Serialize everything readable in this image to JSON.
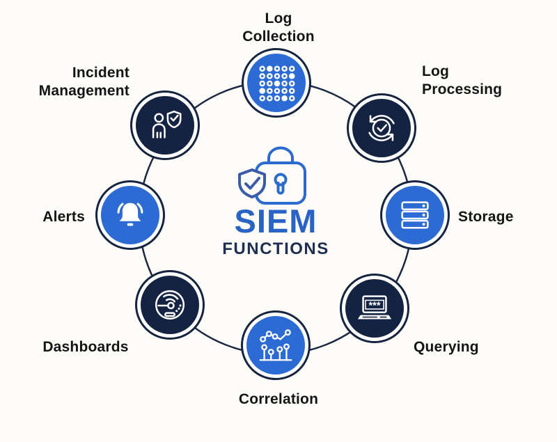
{
  "title": {
    "main": "SIEM",
    "subtitle": "FUNCTIONS"
  },
  "center": {
    "icon": "lock-shield-icon"
  },
  "colors": {
    "node_blue": "#2d6bd4",
    "node_navy": "#142341",
    "ring_stroke": "#1a2742",
    "title_blue": "#2a63c6",
    "title_navy": "#202e52",
    "label_text": "#141414",
    "background": "#fdfcf9"
  },
  "nodes": [
    {
      "id": "log-collection",
      "label": "Log Collection",
      "label_lines": [
        "Log",
        "Collection"
      ],
      "color": "blue",
      "icon": "dot-matrix-icon"
    },
    {
      "id": "log-processing",
      "label": "Log Processing",
      "label_lines": [
        "Log",
        "Processing"
      ],
      "color": "navy",
      "icon": "sync-check-icon"
    },
    {
      "id": "storage",
      "label": "Storage",
      "label_lines": [
        "Storage"
      ],
      "color": "blue",
      "icon": "server-stack-icon"
    },
    {
      "id": "querying",
      "label": "Querying",
      "label_lines": [
        "Querying"
      ],
      "color": "navy",
      "icon": "laptop-password-icon",
      "screen_text": "***"
    },
    {
      "id": "correlation",
      "label": "Correlation",
      "label_lines": [
        "Correlation"
      ],
      "color": "blue",
      "icon": "scatter-chart-icon"
    },
    {
      "id": "dashboards",
      "label": "Dashboards",
      "label_lines": [
        "Dashboards"
      ],
      "color": "navy",
      "icon": "gauge-icon"
    },
    {
      "id": "alerts",
      "label": "Alerts",
      "label_lines": [
        "Alerts"
      ],
      "color": "blue",
      "icon": "bell-icon"
    },
    {
      "id": "incident-management",
      "label": "Incident Management",
      "label_lines": [
        "Incident",
        "Management"
      ],
      "color": "navy",
      "icon": "user-shield-icon"
    }
  ]
}
